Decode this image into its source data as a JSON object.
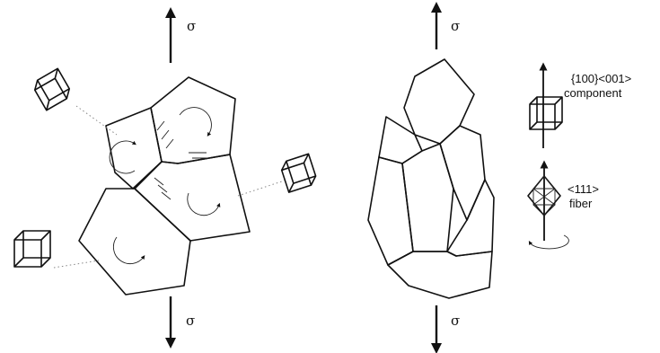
{
  "stress_symbol": "σ",
  "labels": {
    "component_line1": "{100}<001>",
    "component_line2": "component",
    "fiber_line1": "<111>",
    "fiber_line2": "fiber"
  },
  "icons": [
    "arrow-up-icon",
    "arrow-down-icon",
    "rotation-arrow-icon",
    "cube-icon",
    "octahedron-icon"
  ]
}
